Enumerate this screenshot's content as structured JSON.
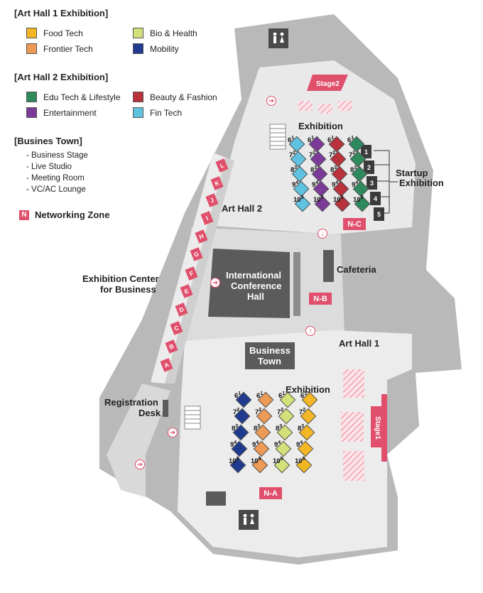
{
  "legend": {
    "art_hall_1": {
      "heading": "[Art Hall 1 Exhibition]",
      "items": [
        {
          "label": "Food Tech",
          "color": "#f3b624"
        },
        {
          "label": "Bio & Health",
          "color": "#d4e07a"
        },
        {
          "label": "Frontier Tech",
          "color": "#ec9a55"
        },
        {
          "label": "Mobility",
          "color": "#1f3a8f"
        }
      ]
    },
    "art_hall_2": {
      "heading": "[Art Hall 2 Exhibition]",
      "items": [
        {
          "label": "Edu Tech & Lifestyle",
          "color": "#2e8a5c"
        },
        {
          "label": "Beauty & Fashion",
          "color": "#b8313b"
        },
        {
          "label": "Entertainment",
          "color": "#7b3a98"
        },
        {
          "label": "Fin Tech",
          "color": "#5fc2e0"
        }
      ]
    },
    "business_town": {
      "heading": "[Busines Town]",
      "items": [
        "- Business Stage",
        "- Live Studio",
        "- Meeting Room",
        "- VC/AC Lounge"
      ]
    },
    "networking": {
      "badge": "N",
      "label": "Networking Zone",
      "color": "#e0506c"
    }
  },
  "map": {
    "labels": {
      "exhibition_top": "Exhibition",
      "exhibition_bottom": "Exhibition",
      "startup_1": "Startup",
      "startup_2": "Exhibition",
      "art_hall_2": "Art Hall 2",
      "art_hall_1": "Art Hall 1",
      "cafeteria": "Cafeteria",
      "ecb_1": "Exhibition Center",
      "ecb_2": "for Business",
      "icc_1": "International",
      "icc_2": "Conference",
      "icc_3": "Hall",
      "bt_1": "Business",
      "bt_2": "Town",
      "reg_1": "Registration",
      "reg_2": "Desk",
      "stage1": "Stage1",
      "stage2": "Stage2"
    },
    "networking_badges": {
      "nc": "N-C",
      "nb": "N-B",
      "na": "N-A"
    },
    "ecb_zones": [
      "L",
      "K",
      "J",
      "I",
      "H",
      "G",
      "F",
      "E",
      "D",
      "C",
      "B",
      "A"
    ],
    "startup_booths": [
      "1",
      "2",
      "3",
      "4",
      "5"
    ],
    "hall2_columns": [
      {
        "category": "Fin Tech",
        "color": "#5fc2e0",
        "booths": [
          "6 1",
          "7 2",
          "8 3",
          "9 4",
          "10 5"
        ]
      },
      {
        "category": "Entertainment",
        "color": "#7b3a98",
        "booths": [
          "6 1",
          "7 2",
          "8 3",
          "9 4",
          "10 5"
        ]
      },
      {
        "category": "Beauty & Fashion",
        "color": "#b8313b",
        "booths": [
          "6 1",
          "7 2",
          "8 3",
          "9 4",
          "10 5"
        ]
      },
      {
        "category": "Edu Tech & Lifestyle",
        "color": "#2e8a5c",
        "booths": [
          "6 1",
          "7 2",
          "8 3",
          "9 4",
          "10 5"
        ]
      }
    ],
    "hall1_columns": [
      {
        "category": "Mobility",
        "color": "#1f3a8f",
        "booths": [
          "6 1",
          "7 2",
          "8 3",
          "9 4",
          "10 5"
        ]
      },
      {
        "category": "Frontier Tech",
        "color": "#ec9a55",
        "booths": [
          "6 1",
          "7 2",
          "8 3",
          "9 4",
          "10 5"
        ]
      },
      {
        "category": "Bio & Health",
        "color": "#d4e07a",
        "booths": [
          "6 1",
          "7 2",
          "8 3",
          "9 4",
          "10 5"
        ]
      },
      {
        "category": "Food Tech",
        "color": "#f3b624",
        "booths": [
          "6 1",
          "7 2",
          "8 3",
          "9 4",
          "10 5"
        ]
      }
    ],
    "restroom_icon": "restroom-icon",
    "entrance_icon": "entrance-arrow-icon"
  }
}
